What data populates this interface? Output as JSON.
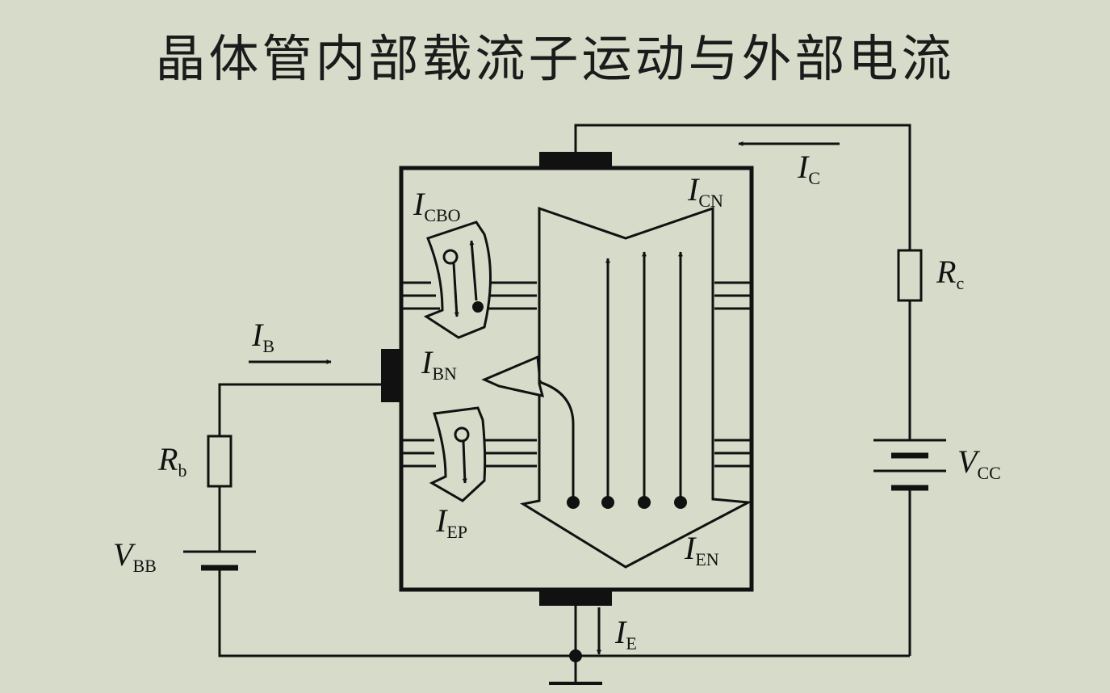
{
  "title": "晶体管内部载流子运动与外部电流",
  "labels": {
    "ic": {
      "sym": "I",
      "sub": "C"
    },
    "icn": {
      "sym": "I",
      "sub": "CN"
    },
    "icbo": {
      "sym": "I",
      "sub": "CBO"
    },
    "ib": {
      "sym": "I",
      "sub": "B"
    },
    "ibn": {
      "sym": "I",
      "sub": "BN"
    },
    "iep": {
      "sym": "I",
      "sub": "EP"
    },
    "ien": {
      "sym": "I",
      "sub": "EN"
    },
    "ie": {
      "sym": "I",
      "sub": "E"
    },
    "rc": {
      "sym": "R",
      "sub": "c"
    },
    "rb": {
      "sym": "R",
      "sub": "b"
    },
    "vcc": {
      "sym": "V",
      "sub": "CC"
    },
    "vbb": {
      "sym": "V",
      "sub": "BB"
    }
  },
  "colors": {
    "background": "#d6dcc9",
    "ink": "#111111"
  }
}
